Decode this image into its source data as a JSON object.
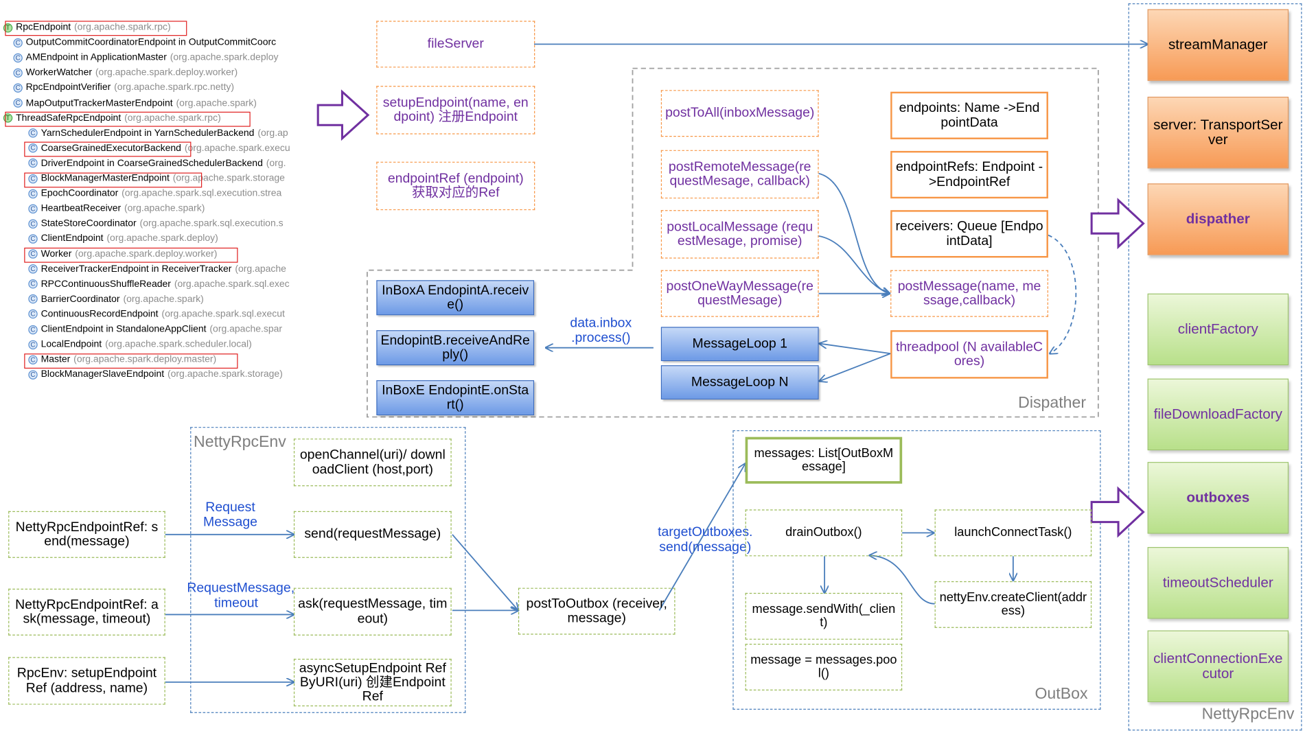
{
  "tree": {
    "items": [
      {
        "name": "RpcEndpoint",
        "pkg": "(org.apache.spark.rpc)",
        "type": "t",
        "indent": 0
      },
      {
        "name": "OutputCommitCoordinatorEndpoint in OutputCommitCoorc",
        "pkg": "",
        "type": "c",
        "indent": 1
      },
      {
        "name": "AMEndpoint in ApplicationMaster",
        "pkg": "(org.apache.spark.deploy",
        "type": "c",
        "indent": 1
      },
      {
        "name": "WorkerWatcher",
        "pkg": "(org.apache.spark.deploy.worker)",
        "type": "c",
        "indent": 1
      },
      {
        "name": "RpcEndpointVerifier",
        "pkg": "(org.apache.spark.rpc.netty)",
        "type": "c",
        "indent": 1
      },
      {
        "name": "MapOutputTrackerMasterEndpoint",
        "pkg": "(org.apache.spark)",
        "type": "c",
        "indent": 1
      },
      {
        "name": "ThreadSafeRpcEndpoint",
        "pkg": "(org.apache.spark.rpc)",
        "type": "t",
        "indent": 0
      },
      {
        "name": "YarnSchedulerEndpoint in YarnSchedulerBackend",
        "pkg": "(org.ap",
        "type": "c",
        "indent": 2
      },
      {
        "name": "CoarseGrainedExecutorBackend",
        "pkg": "(org.apache.spark.execu",
        "type": "c",
        "indent": 2
      },
      {
        "name": "DriverEndpoint in CoarseGrainedSchedulerBackend",
        "pkg": "(org.",
        "type": "c",
        "indent": 2
      },
      {
        "name": "BlockManagerMasterEndpoint",
        "pkg": "(org.apache.spark.storage",
        "type": "c",
        "indent": 2
      },
      {
        "name": "EpochCoordinator",
        "pkg": "(org.apache.spark.sql.execution.strea",
        "type": "c",
        "indent": 2
      },
      {
        "name": "HeartbeatReceiver",
        "pkg": "(org.apache.spark)",
        "type": "c",
        "indent": 2
      },
      {
        "name": "StateStoreCoordinator",
        "pkg": "(org.apache.spark.sql.execution.s",
        "type": "c",
        "indent": 2
      },
      {
        "name": "ClientEndpoint",
        "pkg": "(org.apache.spark.deploy)",
        "type": "c",
        "indent": 2
      },
      {
        "name": "Worker",
        "pkg": "(org.apache.spark.deploy.worker)",
        "type": "c",
        "indent": 2
      },
      {
        "name": "ReceiverTrackerEndpoint in ReceiverTracker",
        "pkg": "(org.apache",
        "type": "c",
        "indent": 2
      },
      {
        "name": "RPCContinuousShuffleReader",
        "pkg": "(org.apache.spark.sql.exec",
        "type": "c",
        "indent": 2
      },
      {
        "name": "BarrierCoordinator",
        "pkg": "(org.apache.spark)",
        "type": "c",
        "indent": 2
      },
      {
        "name": "ContinuousRecordEndpoint",
        "pkg": "(org.apache.spark.sql.execut",
        "type": "c",
        "indent": 2
      },
      {
        "name": "ClientEndpoint in StandaloneAppClient",
        "pkg": "(org.apache.spar",
        "type": "c",
        "indent": 2
      },
      {
        "name": "LocalEndpoint",
        "pkg": "(org.apache.spark.scheduler.local)",
        "type": "c",
        "indent": 2
      },
      {
        "name": "Master",
        "pkg": "(org.apache.spark.deploy.master)",
        "type": "c",
        "indent": 2
      },
      {
        "name": "BlockManagerSlaveEndpoint",
        "pkg": "(org.apache.spark.storage)",
        "type": "c",
        "indent": 2
      }
    ]
  },
  "top": {
    "fileServer": "fileServer",
    "setupEndpoint": "setupEndpoint(name, endpoint) 注册Endpoint",
    "endpointRef": "endpointRef (endpoint) 获取对应的Ref"
  },
  "dispatcher": {
    "label": "Dispather",
    "postToAll": "postToAll(inboxMessage)",
    "postRemote": "postRemoteMessage(requestMesage, callback)",
    "postLocal": "postLocalMessage (requestMesage, promise)",
    "postOneWay": "postOneWayMessage(requestMesage)",
    "endpoints": "endpoints: Name ->EndpointData",
    "endpointRefs": "endpointRefs: Endpoint ->EndpointRef",
    "receivers": "receivers: Queue [EndpointData]",
    "postMessage": "postMessage(name, message,callback)",
    "threadpool": "threadpool (N availableCores)",
    "loop1": "MessageLoop 1",
    "loopN": "MessageLoop N",
    "inboxA": "InBoxA EndopintA.receive()",
    "inboxB": "EndopintB.receiveAndReply()",
    "inboxE": "InBoxE EndopintE.onStart()",
    "processLabel": "data.inbox .process()"
  },
  "netty": {
    "label": "NettyRpcEnv",
    "openChannel": "openChannel(uri)/ downloadClient (host,port)",
    "send": "send(requestMessage)",
    "ask": "ask(requestMessage, timeout)",
    "asyncSetup": "asyncSetupEndpoint RefByURI(uri) 创建Endpoint Ref",
    "refSend": "NettyRpcEndpointRef: send(message)",
    "refAsk": "NettyRpcEndpointRef: ask(message, timeout)",
    "rpcEnvSetup": "RpcEnv: setupEndpointRef (address, name)",
    "requestMessageLabel": "Request Message",
    "requestMessageTimeoutLabel": "RequestMessage, timeout",
    "postToOutbox": "postToOutbox (receiver, message)"
  },
  "outbox": {
    "label": "OutBox",
    "targetLabel": "targetOutboxes. send(message)",
    "messages": "messages: List[OutBoxMessage]",
    "drainOutbox": "drainOutbox()",
    "launchConnectTask": "launchConnectTask()",
    "sendWith": "message.sendWith(_client)",
    "createClient": "nettyEnv.createClient(address)",
    "pool": "message = messages.pool()"
  },
  "sidebar": {
    "label": "NettyRpcEnv",
    "items": [
      {
        "label": "streamManager",
        "style": "orange",
        "bold": false
      },
      {
        "label": "server: TransportServer",
        "style": "orange",
        "bold": false
      },
      {
        "label": "dispather",
        "style": "orange",
        "bold": true
      },
      {
        "label": "clientFactory",
        "style": "green",
        "bold": false
      },
      {
        "label": "fileDownloadFactory",
        "style": "green",
        "bold": false
      },
      {
        "label": "outboxes",
        "style": "green",
        "bold": true
      },
      {
        "label": "timeoutScheduler",
        "style": "green",
        "bold": false
      },
      {
        "label": "clientConnectionExecutor",
        "style": "green",
        "bold": false
      }
    ]
  },
  "colors": {
    "purpleText": "#7030a0",
    "orangeBorder": "#f79646",
    "greenBorder": "#9bbb59",
    "blueLine": "#4a7ebb",
    "highlight": "#e02020"
  }
}
